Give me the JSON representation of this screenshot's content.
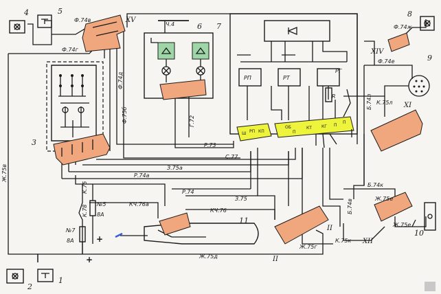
{
  "components": {
    "c1": "1",
    "c2": "2",
    "c3": "3",
    "c4": "4",
    "c5": "5",
    "c6": "6",
    "c7": "7",
    "c8": "8",
    "c9": "9",
    "c10": "10",
    "c11": "11"
  },
  "connectors": {
    "xv": "XV",
    "xiv": "XIV",
    "xi": "XI",
    "xii": "XII",
    "ii_a": "II",
    "ii_b": "II"
  },
  "wires": {
    "f74v": "Ф.74в",
    "f74g": "Ф.74г",
    "f74d": "Ф.74д",
    "f75b": "Ф.75б",
    "zh75v": "Ж.75в",
    "ch4": "Ч.4",
    "g72": "Г.72",
    "r73": "Р.73",
    "s77": "С.77",
    "z75a": "З.75а",
    "r74a": "Р.74а",
    "r74": "Р.74",
    "z75": "З.75",
    "k75": "К.75",
    "k78": "К.78",
    "kch76a": "КЧ.76а",
    "kch76": "КЧ.76",
    "zh75g": "Ж.75г",
    "k75k": "К.75к",
    "zh75d": "Ж.75д",
    "b74k": "Б.74к",
    "b74v": "Б.74в",
    "zh75e_a": "Ж.75е",
    "zh75e_b": "Ж.75е",
    "f74zh": "Ф.74ж",
    "f74e": "Ф.74е",
    "b74l": "Б.74л",
    "k75l": "К.75л"
  },
  "relay_labels": {
    "rp": "РП",
    "rt": "РТ",
    "rg": "РГ",
    "r": "R",
    "pin_sh": "Ш",
    "pin_rp": "РП",
    "pin_kp": "КП",
    "pin_ob": "ОБ",
    "pin_p1": "П",
    "pin_kt": "КТ",
    "pin_kg": "КГ",
    "pin_p2": "П",
    "pin_p3": "П"
  },
  "fuses": {
    "f5_label": "№5",
    "f5_rating": "8А",
    "f7_label": "№7",
    "f7_rating": "8А"
  },
  "polarity": {
    "plus_a": "+",
    "plus_b": "+"
  },
  "colors": {
    "connector": "#f0a77e",
    "relay_block": "#eef33c",
    "lamp_button": "#9ed6a8",
    "wire": "#1a1a1a",
    "background": "#f7f5f1"
  }
}
